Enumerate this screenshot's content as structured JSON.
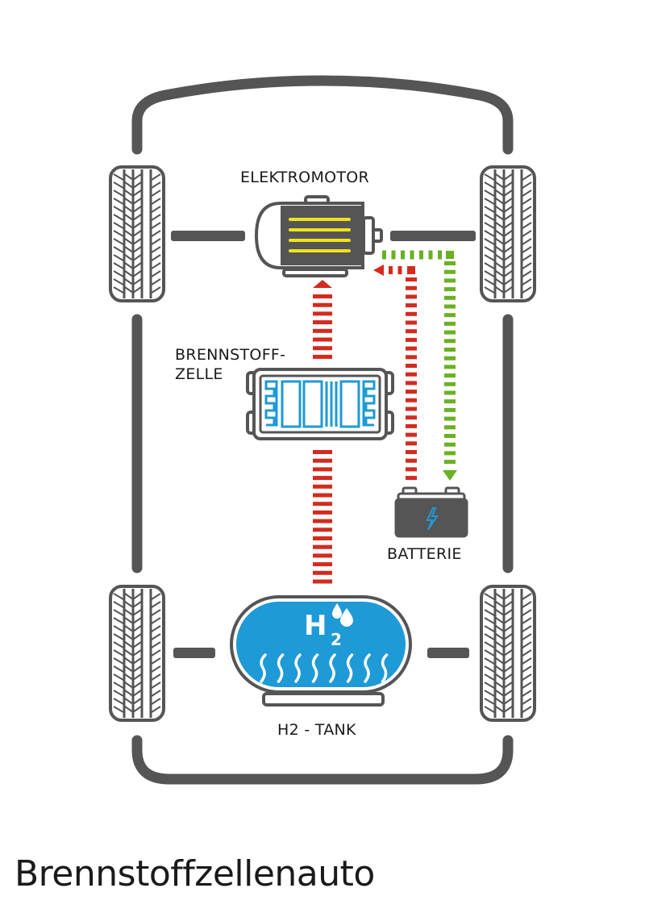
{
  "title": "Brennstoffzellenauto",
  "components": {
    "motor": {
      "label": "ELEKTROMOTOR"
    },
    "fuel_cell": {
      "label_line1": "BRENNSTOFF-",
      "label_line2": "ZELLE"
    },
    "battery": {
      "label": "BATTERIE"
    },
    "tank": {
      "label": "H2 - TANK",
      "symbol": "H",
      "subscript": "2"
    }
  },
  "flows": [
    {
      "name": "hydrogen-to-fuel-cell",
      "from": "H2 - TANK",
      "to": "BRENNSTOFFZELLE",
      "color": "#d42a1f"
    },
    {
      "name": "fuel-cell-to-motor",
      "from": "BRENNSTOFFZELLE",
      "to": "ELEKTROMOTOR",
      "color": "#d42a1f"
    },
    {
      "name": "battery-to-motor",
      "from": "BATTERIE",
      "to": "ELEKTROMOTOR",
      "color": "#d42a1f"
    },
    {
      "name": "motor-to-battery",
      "from": "ELEKTROMOTOR",
      "to": "BATTERIE",
      "color": "#6ab023"
    }
  ],
  "colors": {
    "outline": "#555555",
    "red_flow": "#d42a1f",
    "green_flow": "#6ab023",
    "hydrogen_blue": "#1e9ad6",
    "motor_coil": "#f2e21a"
  }
}
